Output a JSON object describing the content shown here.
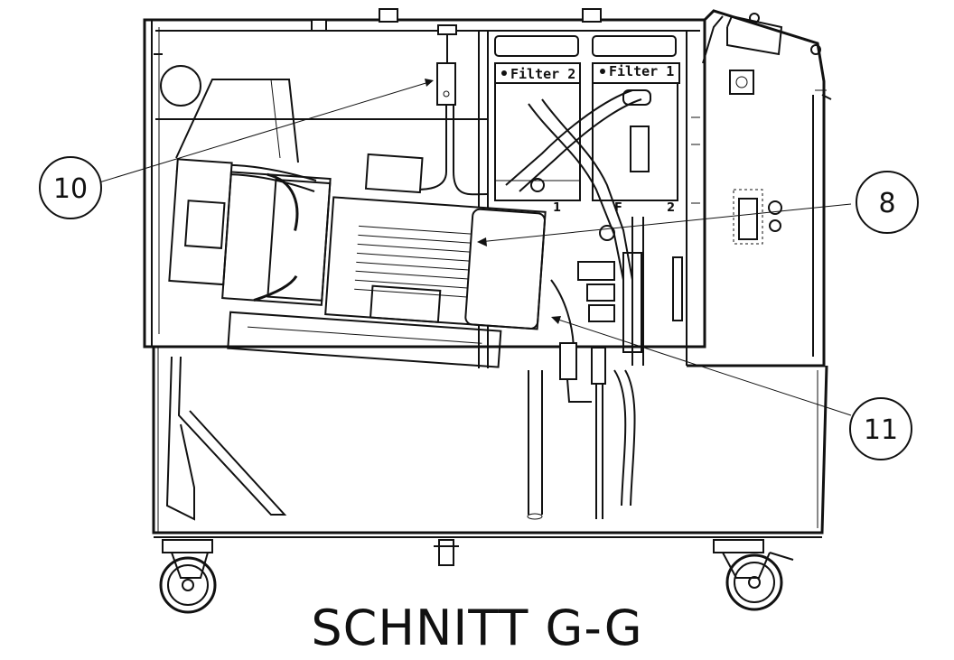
{
  "drawing": {
    "title": "SCHNITT G-G",
    "filter_labels": [
      "Filter 2",
      "Filter 1"
    ],
    "port_labels": [
      "1",
      "F",
      "2"
    ],
    "callouts": [
      {
        "label": "10"
      },
      {
        "label": "8"
      },
      {
        "label": "11"
      }
    ]
  }
}
